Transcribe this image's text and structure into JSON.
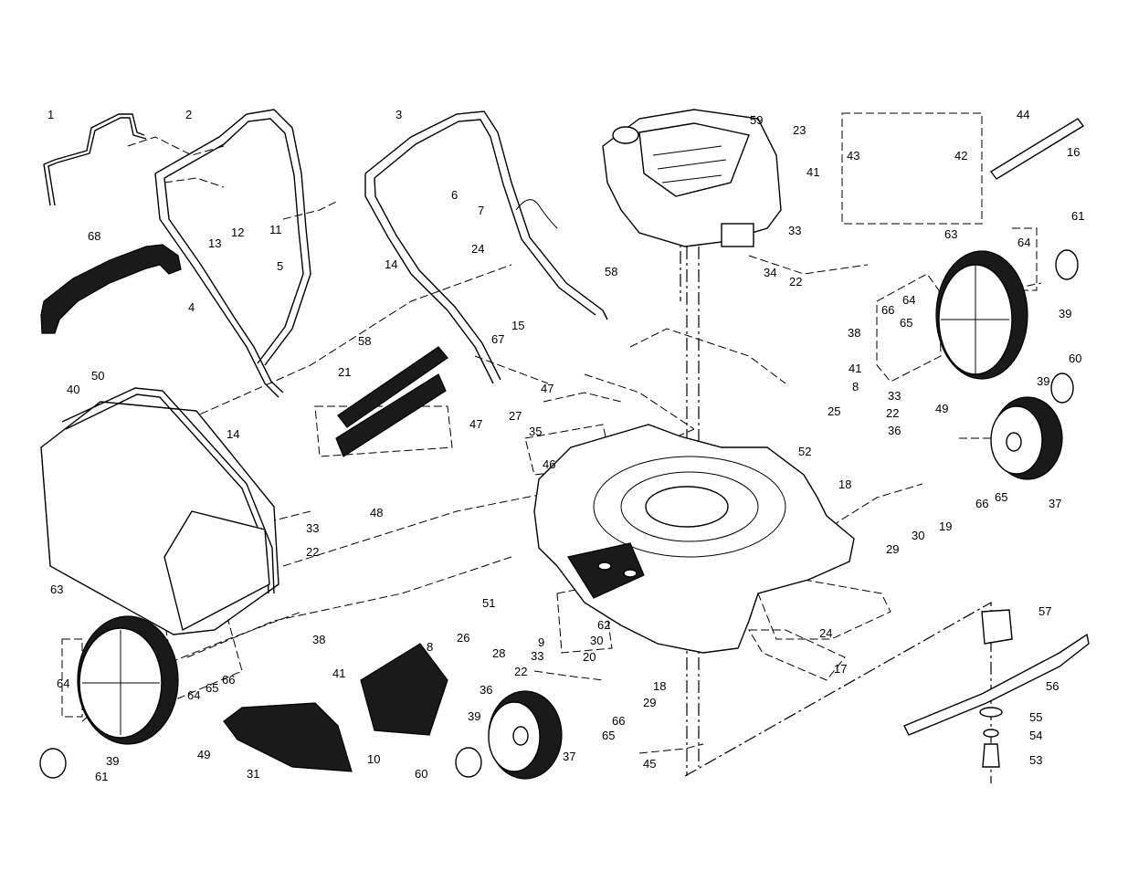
{
  "diagram": {
    "callouts": [
      {
        "id": "c1",
        "text": "1"
      },
      {
        "id": "c2",
        "text": "2"
      },
      {
        "id": "c3",
        "text": "3"
      },
      {
        "id": "c59",
        "text": "59"
      },
      {
        "id": "c23",
        "text": "23"
      },
      {
        "id": "c44",
        "text": "44"
      },
      {
        "id": "c16",
        "text": "16"
      },
      {
        "id": "c42",
        "text": "42"
      },
      {
        "id": "c43",
        "text": "43"
      },
      {
        "id": "c41a",
        "text": "41"
      },
      {
        "id": "c6",
        "text": "6"
      },
      {
        "id": "c7",
        "text": "7"
      },
      {
        "id": "c12",
        "text": "12"
      },
      {
        "id": "c13",
        "text": "13"
      },
      {
        "id": "c11",
        "text": "11"
      },
      {
        "id": "c68",
        "text": "68"
      },
      {
        "id": "c5",
        "text": "5"
      },
      {
        "id": "c4",
        "text": "4"
      },
      {
        "id": "c14a",
        "text": "14"
      },
      {
        "id": "c24a",
        "text": "24"
      },
      {
        "id": "c58a",
        "text": "58"
      },
      {
        "id": "c33a",
        "text": "33"
      },
      {
        "id": "c22a",
        "text": "22"
      },
      {
        "id": "c34",
        "text": "34"
      },
      {
        "id": "c38a",
        "text": "38"
      },
      {
        "id": "c63a",
        "text": "63"
      },
      {
        "id": "c64a",
        "text": "64"
      },
      {
        "id": "c61a",
        "text": "61"
      },
      {
        "id": "c39a",
        "text": "39"
      },
      {
        "id": "c66a",
        "text": "66"
      },
      {
        "id": "c65a",
        "text": "65"
      },
      {
        "id": "c64b",
        "text": "64"
      },
      {
        "id": "c15",
        "text": "15"
      },
      {
        "id": "c58b",
        "text": "58"
      },
      {
        "id": "c67",
        "text": "67"
      },
      {
        "id": "c21",
        "text": "21"
      },
      {
        "id": "c41b",
        "text": "41"
      },
      {
        "id": "c8a",
        "text": "8"
      },
      {
        "id": "c25",
        "text": "25"
      },
      {
        "id": "c14b",
        "text": "14"
      },
      {
        "id": "c47a",
        "text": "47"
      },
      {
        "id": "c49a",
        "text": "49"
      },
      {
        "id": "c60a",
        "text": "60"
      },
      {
        "id": "c39b",
        "text": "39"
      },
      {
        "id": "c33b",
        "text": "33"
      },
      {
        "id": "c40",
        "text": "40"
      },
      {
        "id": "c50",
        "text": "50"
      },
      {
        "id": "c27",
        "text": "27"
      },
      {
        "id": "c47b",
        "text": "47"
      },
      {
        "id": "c35",
        "text": "35"
      },
      {
        "id": "c46",
        "text": "46"
      },
      {
        "id": "c52",
        "text": "52"
      },
      {
        "id": "c22b",
        "text": "22"
      },
      {
        "id": "c36a",
        "text": "36"
      },
      {
        "id": "c18a",
        "text": "18"
      },
      {
        "id": "c66b",
        "text": "66"
      },
      {
        "id": "c65b",
        "text": "65"
      },
      {
        "id": "c37a",
        "text": "37"
      },
      {
        "id": "c29a",
        "text": "29"
      },
      {
        "id": "c30a",
        "text": "30"
      },
      {
        "id": "c19",
        "text": "19"
      },
      {
        "id": "c48",
        "text": "48"
      },
      {
        "id": "c33c",
        "text": "33"
      },
      {
        "id": "c22c",
        "text": "22"
      },
      {
        "id": "c57",
        "text": "57"
      },
      {
        "id": "c63b",
        "text": "63"
      },
      {
        "id": "c51",
        "text": "51"
      },
      {
        "id": "c62",
        "text": "62"
      },
      {
        "id": "c24b",
        "text": "24"
      },
      {
        "id": "c17",
        "text": "17"
      },
      {
        "id": "c38b",
        "text": "38"
      },
      {
        "id": "c41c",
        "text": "41"
      },
      {
        "id": "c8b",
        "text": "8"
      },
      {
        "id": "c26",
        "text": "26"
      },
      {
        "id": "c28",
        "text": "28"
      },
      {
        "id": "c9",
        "text": "9"
      },
      {
        "id": "c33d",
        "text": "33"
      },
      {
        "id": "c30b",
        "text": "30"
      },
      {
        "id": "c20",
        "text": "20"
      },
      {
        "id": "c22d",
        "text": "22"
      },
      {
        "id": "c18b",
        "text": "18"
      },
      {
        "id": "c56",
        "text": "56"
      },
      {
        "id": "c64c",
        "text": "64"
      },
      {
        "id": "c64d",
        "text": "64"
      },
      {
        "id": "c65c",
        "text": "65"
      },
      {
        "id": "c66c",
        "text": "66"
      },
      {
        "id": "c36b",
        "text": "36"
      },
      {
        "id": "c29b",
        "text": "29"
      },
      {
        "id": "c55",
        "text": "55"
      },
      {
        "id": "c49b",
        "text": "49"
      },
      {
        "id": "c10",
        "text": "10"
      },
      {
        "id": "c39c",
        "text": "39"
      },
      {
        "id": "c66d",
        "text": "66"
      },
      {
        "id": "c54",
        "text": "54"
      },
      {
        "id": "c39d",
        "text": "39"
      },
      {
        "id": "c65d",
        "text": "65"
      },
      {
        "id": "c37b",
        "text": "37"
      },
      {
        "id": "c45",
        "text": "45"
      },
      {
        "id": "c53",
        "text": "53"
      },
      {
        "id": "c31",
        "text": "31"
      },
      {
        "id": "c61b",
        "text": "61"
      },
      {
        "id": "c60b",
        "text": "60"
      }
    ]
  }
}
